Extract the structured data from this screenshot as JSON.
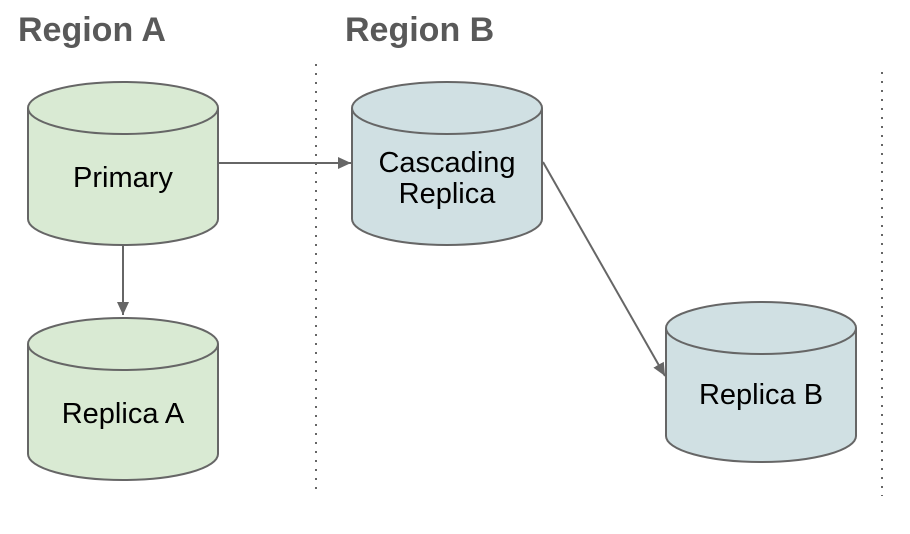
{
  "diagram": {
    "type": "database-replication-topology",
    "regions": [
      {
        "label": "Region A"
      },
      {
        "label": "Region B"
      }
    ],
    "nodes": [
      {
        "id": "primary",
        "label": "Primary",
        "shape": "database-cylinder",
        "region": "Region A",
        "fill": "#d9ead3"
      },
      {
        "id": "replica-a",
        "label": "Replica A",
        "shape": "database-cylinder",
        "region": "Region A",
        "fill": "#d9ead3"
      },
      {
        "id": "cascading-replica",
        "label": "Cascading Replica",
        "label_lines": [
          "Cascading",
          "Replica"
        ],
        "shape": "database-cylinder",
        "region": "Region B",
        "fill": "#d0e0e3"
      },
      {
        "id": "replica-b",
        "label": "Replica B",
        "shape": "database-cylinder",
        "region": "Region B",
        "fill": "#d0e0e3"
      }
    ],
    "edges": [
      {
        "from": "Primary",
        "to": "Cascading Replica",
        "style": "solid-arrow"
      },
      {
        "from": "Primary",
        "to": "Replica A",
        "style": "solid-arrow"
      },
      {
        "from": "Cascading Replica",
        "to": "Replica B",
        "style": "solid-arrow"
      }
    ],
    "colors": {
      "background": "#ffffff",
      "region_label": "#595959",
      "node_stroke": "#666666",
      "node_text": "#000000",
      "green_fill": "#d9ead3",
      "blue_fill": "#d0e0e3",
      "edge": "#666666",
      "divider": "#666666"
    }
  }
}
